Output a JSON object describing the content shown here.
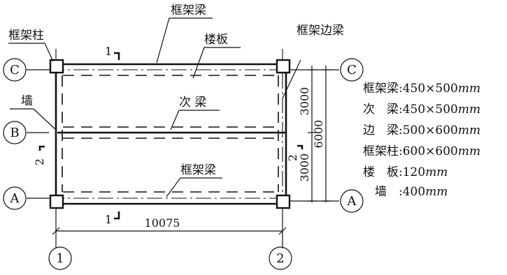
{
  "labels": {
    "frame_beam_top": "框架梁",
    "frame_column": "框架柱",
    "slab": "楼板",
    "frame_edge_beam": "框架边梁",
    "wall": "墙",
    "secondary_beam": "次 梁",
    "frame_beam_bottom": "框架梁"
  },
  "axes": {
    "row_c": "C",
    "row_b": "B",
    "row_a": "A",
    "col_1": "1",
    "col_2": "2"
  },
  "section_marks": {
    "top": "1",
    "bottom": "1",
    "left": "2",
    "right": "2"
  },
  "dimensions": {
    "span_ab": "3000",
    "span_bc": "3000",
    "total_height": "6000",
    "width": "10075"
  },
  "specs": [
    {
      "name": "框架梁",
      "value": "450×500",
      "unit": "mm"
    },
    {
      "name": "次　梁",
      "value": "450×500",
      "unit": "mm"
    },
    {
      "name": "边　梁",
      "value": "500×600",
      "unit": "mm"
    },
    {
      "name": "框架柱",
      "value": "600×600",
      "unit": "mm"
    },
    {
      "name": "楼　板",
      "value": "120",
      "unit": "mm"
    },
    {
      "name": "　墙　",
      "value": "400",
      "unit": "mm"
    }
  ]
}
